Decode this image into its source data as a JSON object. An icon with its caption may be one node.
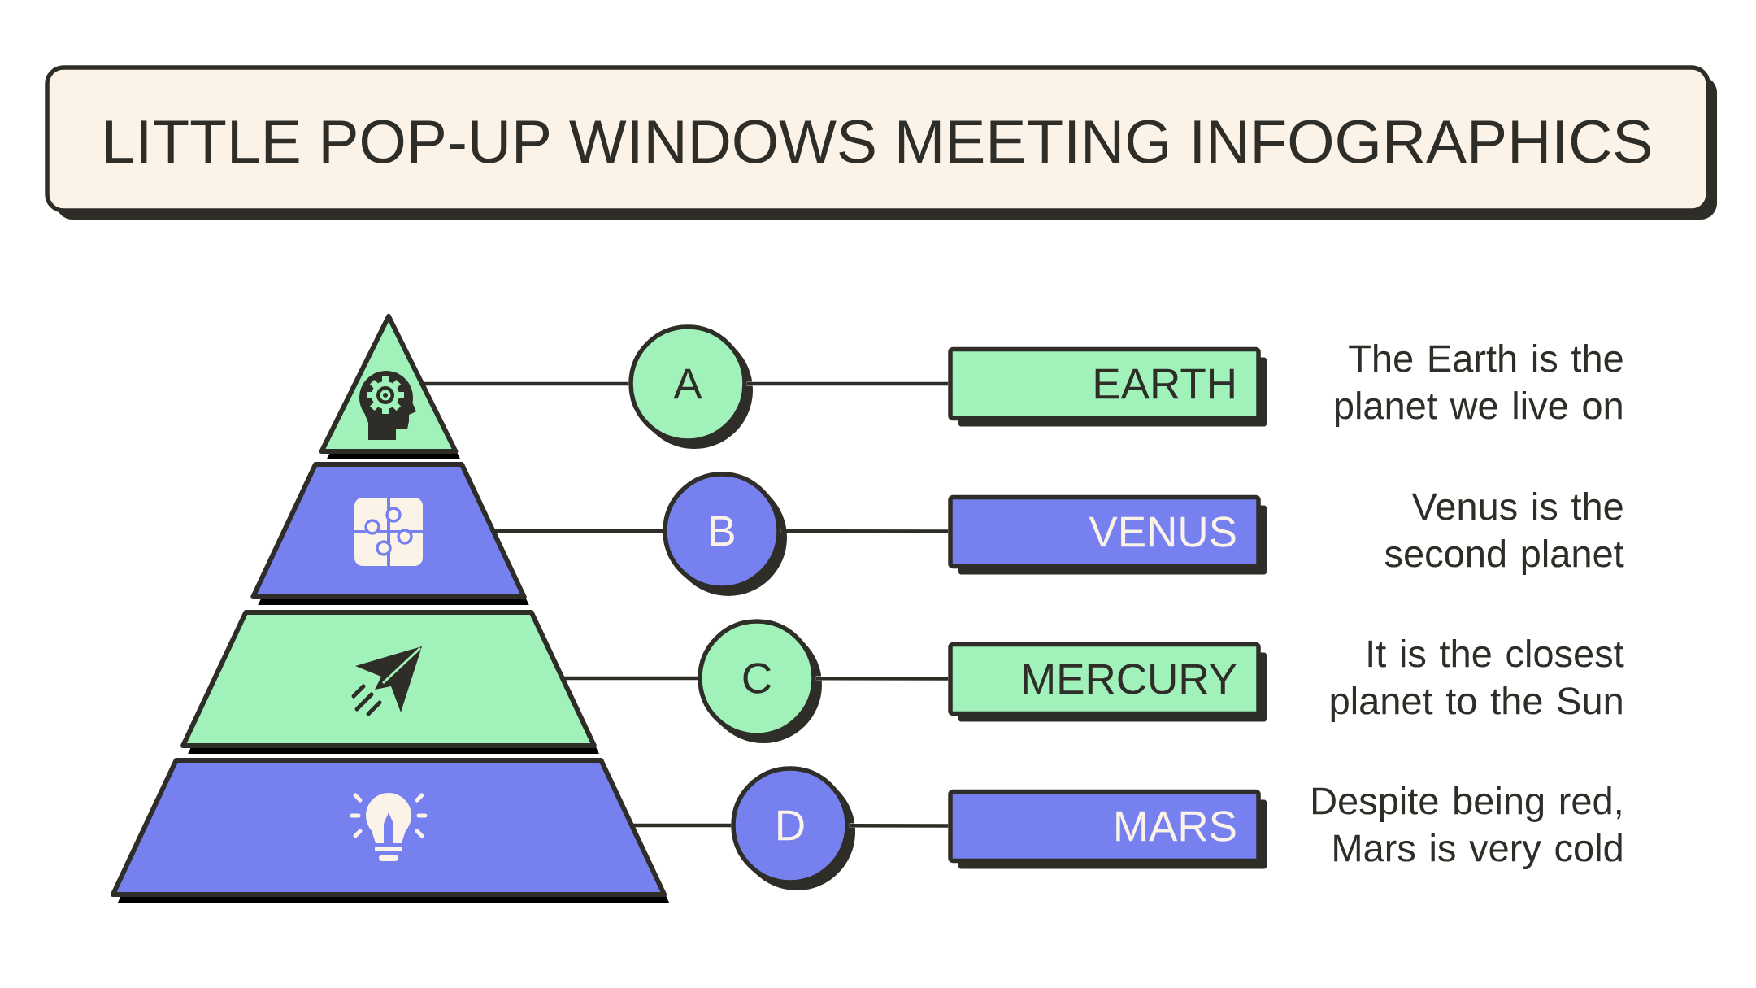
{
  "diagram": {
    "title": "LITTLE POP-UP WINDOWS MEETING INFOGRAPHICS",
    "nodes": [
      {
        "text": [],
        "shape": "triangle"
      },
      {
        "text": [],
        "shape": "trapezoid"
      },
      {
        "text": [],
        "shape": "trapezoid"
      },
      {
        "text": [],
        "shape": "trapezoid"
      },
      {
        "text": [
          "A"
        ]
      },
      {
        "text": [
          "B"
        ]
      },
      {
        "text": [
          "C"
        ]
      },
      {
        "text": [
          "D"
        ]
      },
      {
        "text": [
          "EARTH"
        ],
        "beside": [
          "The Earth is the planet we live on"
        ]
      },
      {
        "text": [
          "VENUS"
        ],
        "beside": [
          "Venus is the second planet"
        ]
      },
      {
        "text": [
          "MERCURY"
        ],
        "beside": [
          "It is the closest planet to the Sun"
        ]
      },
      {
        "text": [
          "MARS"
        ],
        "beside": [
          "Despite being red, Mars is very cold"
        ]
      }
    ],
    "edges": [
      {
        "from": 0,
        "to": 4,
        "arrow": "none"
      },
      {
        "from": 4,
        "to": 8,
        "arrow": "none"
      },
      {
        "from": 1,
        "to": 5,
        "arrow": "none"
      },
      {
        "from": 5,
        "to": 9,
        "arrow": "none"
      },
      {
        "from": 2,
        "to": 6,
        "arrow": "none"
      },
      {
        "from": 6,
        "to": 10,
        "arrow": "none"
      },
      {
        "from": 3,
        "to": 7,
        "arrow": "none"
      },
      {
        "from": 7,
        "to": 11,
        "arrow": "none"
      }
    ]
  }
}
